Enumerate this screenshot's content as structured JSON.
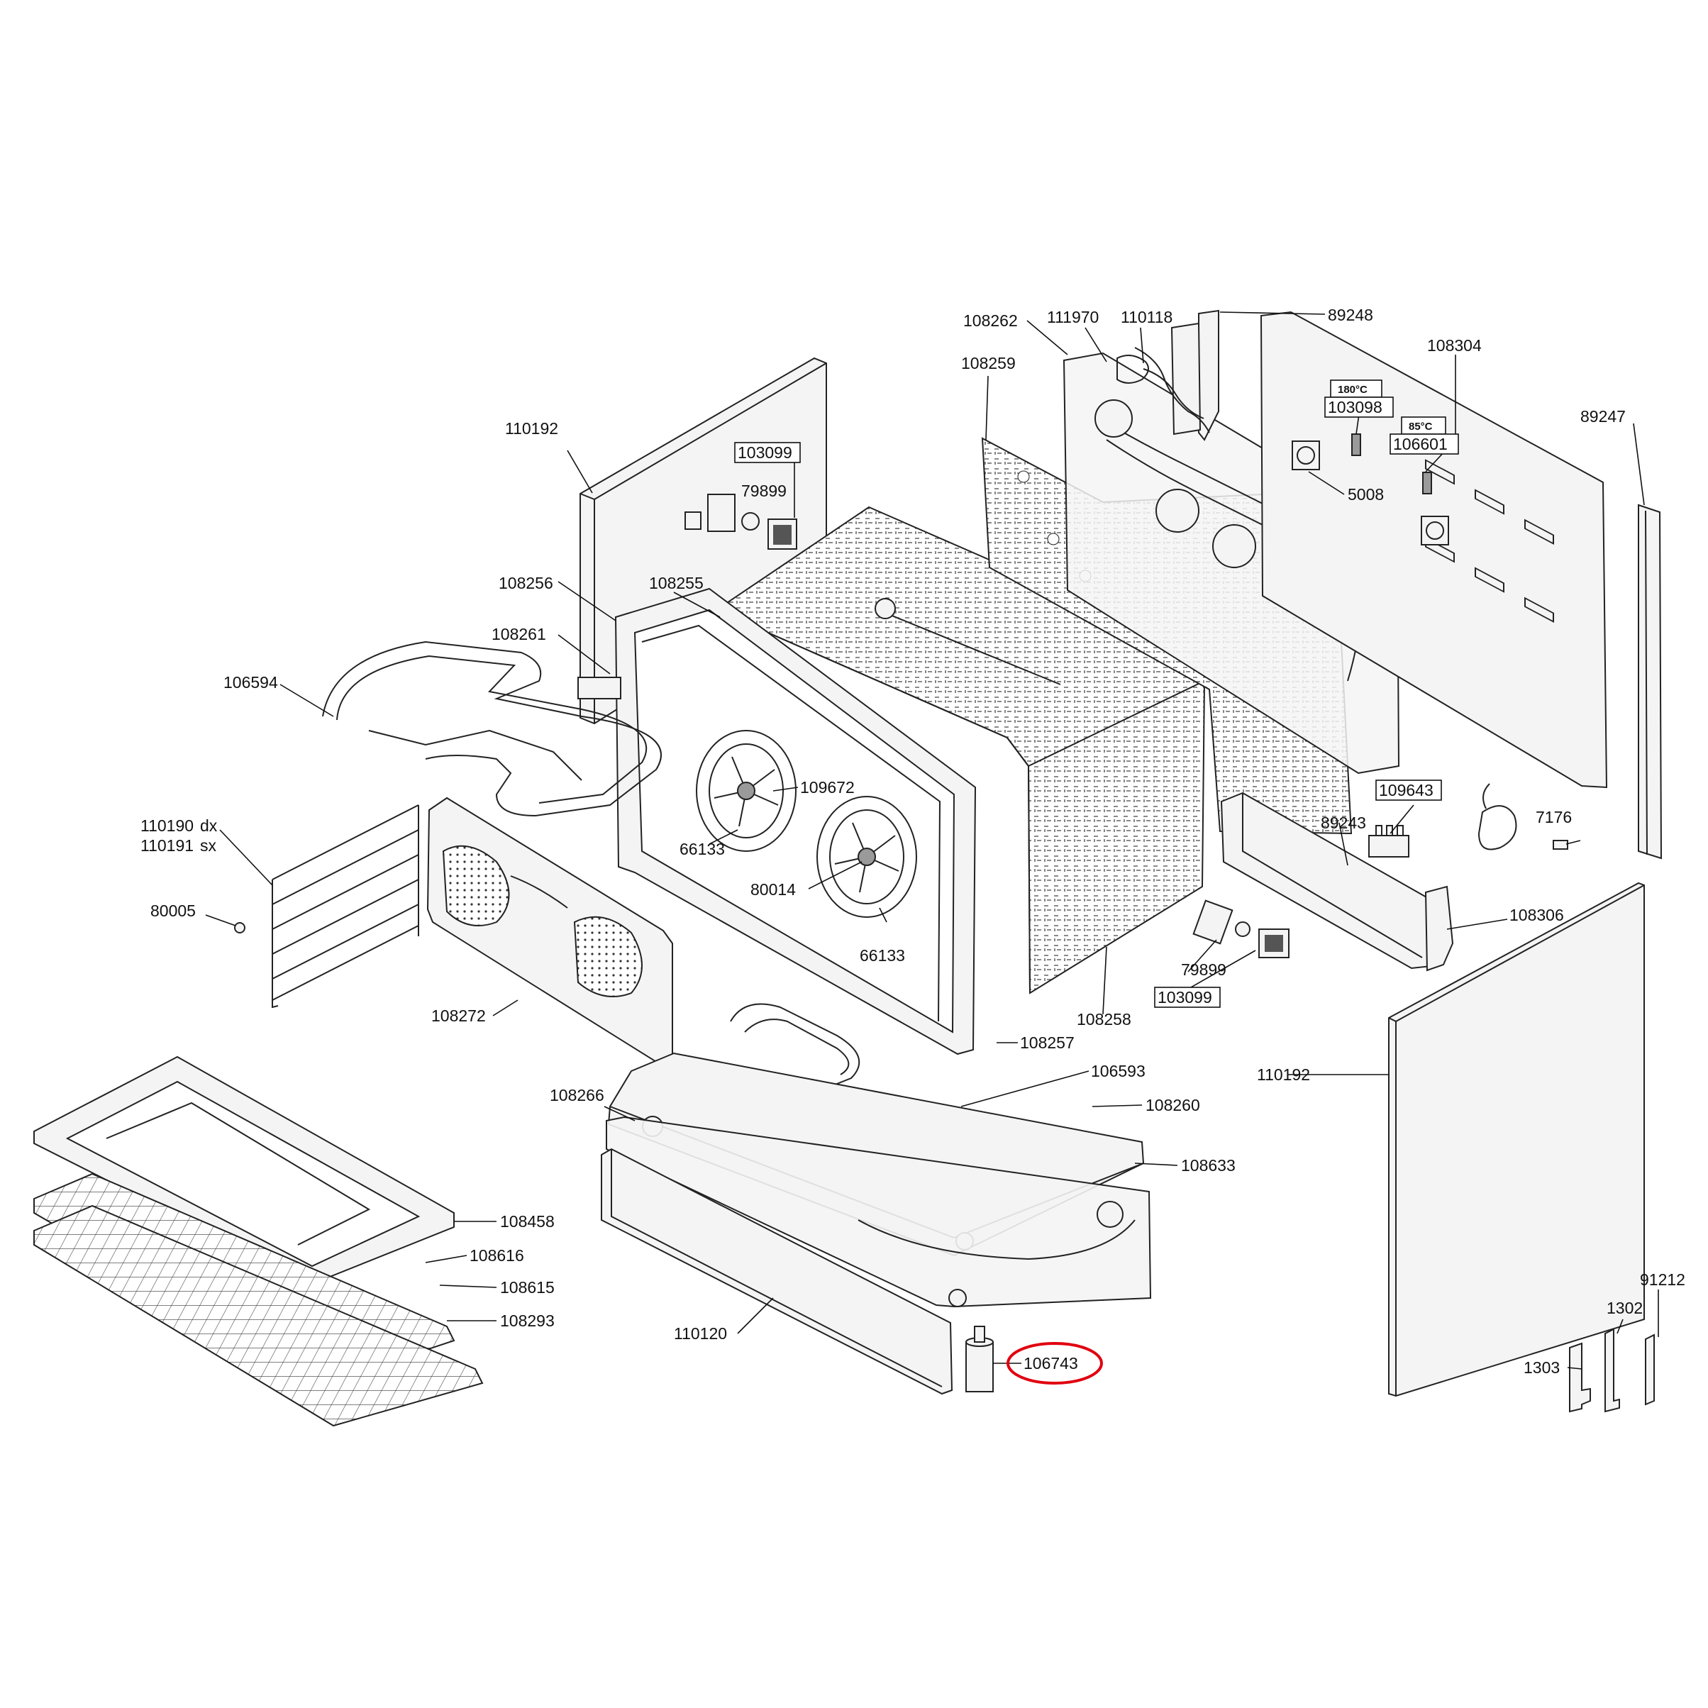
{
  "diagram": {
    "labels": [
      {
        "id": "l108262",
        "text": "108262"
      },
      {
        "id": "l111970",
        "text": "111970"
      },
      {
        "id": "l110118",
        "text": "110118"
      },
      {
        "id": "l89248",
        "text": "89248"
      },
      {
        "id": "l108304",
        "text": "108304"
      },
      {
        "id": "l108259",
        "text": "108259"
      },
      {
        "id": "l110192a",
        "text": "110192"
      },
      {
        "id": "l103099a",
        "text": "103099"
      },
      {
        "id": "l79899a",
        "text": "79899"
      },
      {
        "id": "l180c",
        "text": "180°C"
      },
      {
        "id": "l103098",
        "text": "103098"
      },
      {
        "id": "l85c",
        "text": "85°C"
      },
      {
        "id": "l106601",
        "text": "106601"
      },
      {
        "id": "l89247",
        "text": "89247"
      },
      {
        "id": "l5008",
        "text": "5008"
      },
      {
        "id": "l108256",
        "text": "108256"
      },
      {
        "id": "l108255",
        "text": "108255"
      },
      {
        "id": "l108261",
        "text": "108261"
      },
      {
        "id": "l106594",
        "text": "106594"
      },
      {
        "id": "l109672",
        "text": "109672"
      },
      {
        "id": "l109643",
        "text": "109643"
      },
      {
        "id": "l89243",
        "text": "89243"
      },
      {
        "id": "l7176",
        "text": "7176"
      },
      {
        "id": "l110190",
        "text": "110190"
      },
      {
        "id": "ldx",
        "text": "dx"
      },
      {
        "id": "l110191",
        "text": "110191"
      },
      {
        "id": "lsx",
        "text": "sx"
      },
      {
        "id": "l66133a",
        "text": "66133"
      },
      {
        "id": "l80014",
        "text": "80014"
      },
      {
        "id": "l80005",
        "text": "80005"
      },
      {
        "id": "l108306",
        "text": "108306"
      },
      {
        "id": "l66133b",
        "text": "66133"
      },
      {
        "id": "l79899b",
        "text": "79899"
      },
      {
        "id": "l103099b",
        "text": "103099"
      },
      {
        "id": "l108272",
        "text": "108272"
      },
      {
        "id": "l108258",
        "text": "108258"
      },
      {
        "id": "l108257",
        "text": "108257"
      },
      {
        "id": "l106593",
        "text": "106593"
      },
      {
        "id": "l110192b",
        "text": "110192"
      },
      {
        "id": "l108266",
        "text": "108266"
      },
      {
        "id": "l108260",
        "text": "108260"
      },
      {
        "id": "l108633",
        "text": "108633"
      },
      {
        "id": "l108458",
        "text": "108458"
      },
      {
        "id": "l108616",
        "text": "108616"
      },
      {
        "id": "l108615",
        "text": "108615"
      },
      {
        "id": "l108293",
        "text": "108293"
      },
      {
        "id": "l91212",
        "text": "91212"
      },
      {
        "id": "l1302",
        "text": "1302"
      },
      {
        "id": "l110120",
        "text": "110120"
      },
      {
        "id": "l106743",
        "text": "106743"
      },
      {
        "id": "l1303",
        "text": "1303"
      }
    ],
    "highlight_color": "#e0000f",
    "highlighted_part": "106743"
  }
}
